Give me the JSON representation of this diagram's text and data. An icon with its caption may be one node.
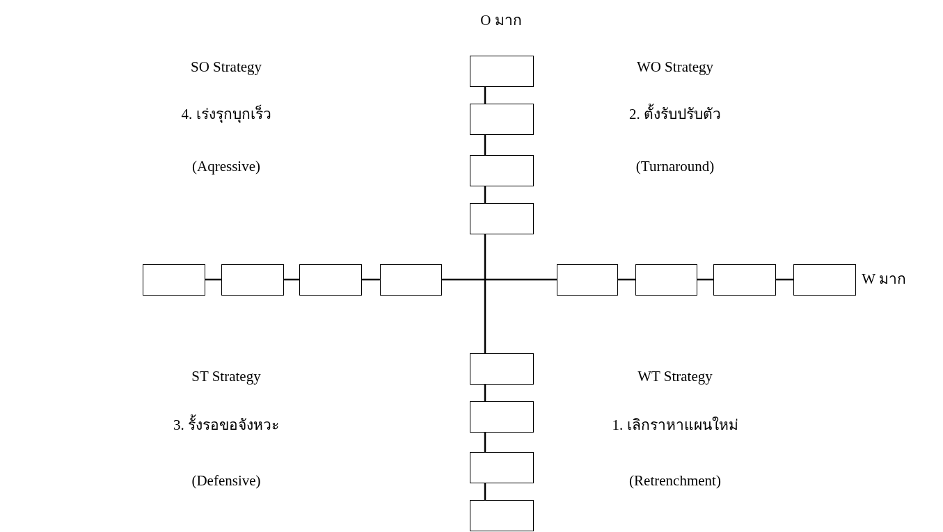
{
  "diagram": {
    "nodes": [
      {
        "text": [],
        "shape": "box"
      },
      {
        "text": [],
        "shape": "box"
      },
      {
        "text": [],
        "shape": "box"
      },
      {
        "text": [],
        "shape": "box"
      },
      {
        "text": [],
        "shape": "box"
      },
      {
        "text": [],
        "shape": "box"
      },
      {
        "text": [],
        "shape": "box"
      },
      {
        "text": [],
        "shape": "box"
      },
      {
        "text": [],
        "shape": "box"
      },
      {
        "text": [],
        "shape": "box"
      },
      {
        "text": [],
        "shape": "box"
      },
      {
        "text": [],
        "shape": "box"
      },
      {
        "text": [],
        "shape": "box"
      },
      {
        "text": [],
        "shape": "box"
      },
      {
        "text": [],
        "shape": "box"
      },
      {
        "text": [],
        "shape": "box"
      }
    ],
    "edges": [
      {
        "from": 0,
        "to": 1,
        "arrow": "none"
      },
      {
        "from": 1,
        "to": 2,
        "arrow": "none"
      },
      {
        "from": 2,
        "to": 3,
        "arrow": "none"
      },
      {
        "from": 3,
        "to": 12,
        "arrow": "none"
      },
      {
        "from": 12,
        "to": 13,
        "arrow": "none"
      },
      {
        "from": 13,
        "to": 14,
        "arrow": "none"
      },
      {
        "from": 14,
        "to": 15,
        "arrow": "none"
      },
      {
        "from": 4,
        "to": 5,
        "arrow": "none"
      },
      {
        "from": 5,
        "to": 6,
        "arrow": "none"
      },
      {
        "from": 6,
        "to": 7,
        "arrow": "none"
      },
      {
        "from": 7,
        "to": 8,
        "arrow": "none"
      },
      {
        "from": 8,
        "to": 9,
        "arrow": "none"
      },
      {
        "from": 9,
        "to": 10,
        "arrow": "none"
      },
      {
        "from": 10,
        "to": 11,
        "arrow": "none"
      }
    ],
    "labels": [
      "O มาก",
      "SO Strategy",
      "WO Strategy",
      "4. เร่งรุกบุกเร็ว",
      "2. ตั้งรับปรับตัว",
      "(Aqressive)",
      "(Turnaround)",
      "W มาก",
      "ST Strategy",
      "WT Strategy",
      "3. รั้งรอขอจังหวะ",
      "1. เลิกราหาแผนใหม่",
      "(Defensive)",
      "(Retrenchment)"
    ]
  }
}
